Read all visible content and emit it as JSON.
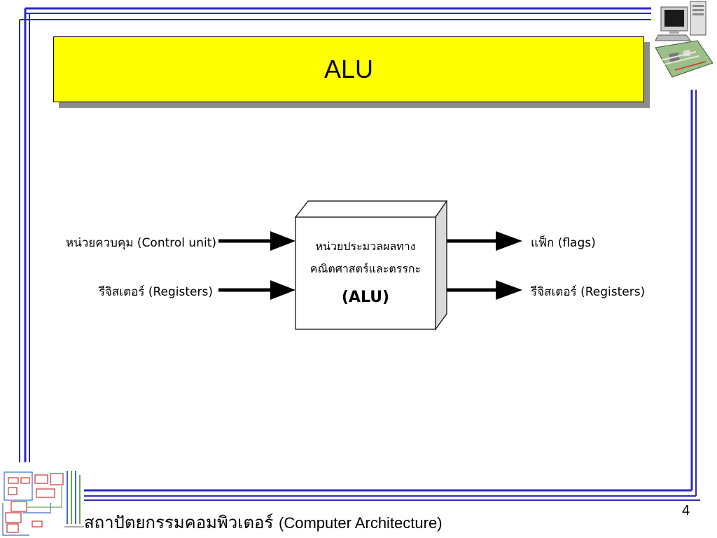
{
  "slide": {
    "title": "ALU",
    "page_number": "4",
    "footer_thai": "สถาปัตยกรรมคอมพิวเตอร์",
    "footer_english": "(Computer Architecture)"
  },
  "diagram": {
    "center_block": {
      "line1": "หน่วยประมวลผลทาง",
      "line2": "คณิตศาสตร์และตรรกะ",
      "line3": "(ALU)"
    },
    "inputs": [
      {
        "label": "หน่วยควบคุม (Control unit)"
      },
      {
        "label": "รีจิสเตอร์ (Registers)"
      }
    ],
    "outputs": [
      {
        "label": "แฟ็ก (flags)"
      },
      {
        "label": "รีจิสเตอร์ (Registers)"
      }
    ]
  },
  "colors": {
    "border_blue": "#2b2bb8",
    "title_yellow": "#ffff00",
    "title_shadow": "#8c8c8c",
    "box_side": "#d9d9d9"
  }
}
